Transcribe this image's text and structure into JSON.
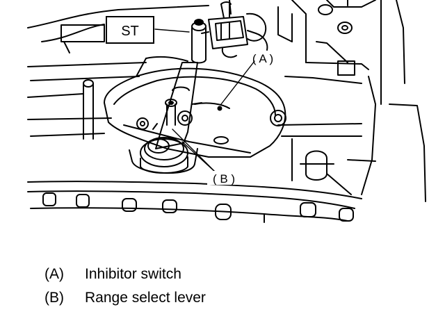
{
  "callouts": {
    "st": "ST",
    "a": "( A )",
    "b": "( B )"
  },
  "legend": [
    {
      "key": "(A)",
      "text": "Inhibitor switch"
    },
    {
      "key": "(B)",
      "text": "Range select lever"
    }
  ]
}
